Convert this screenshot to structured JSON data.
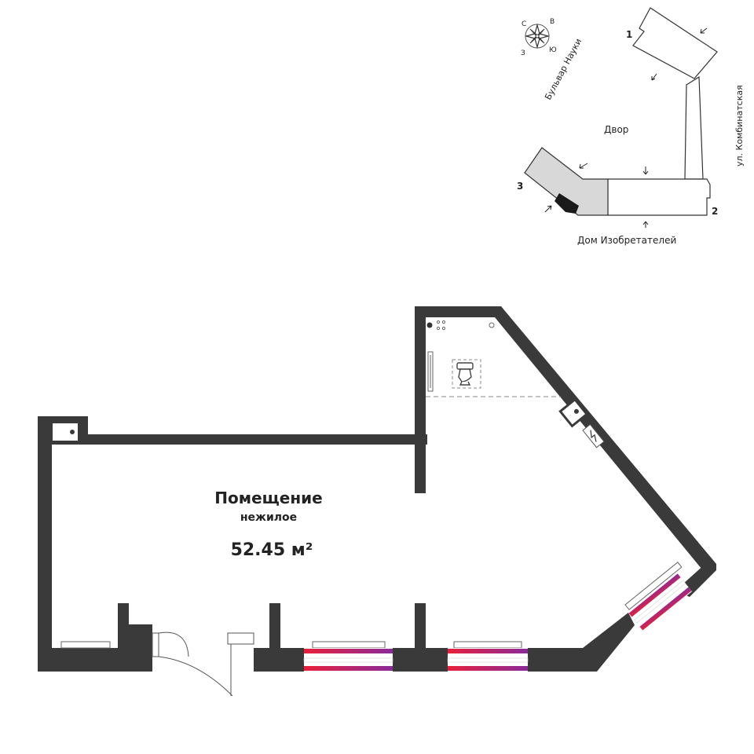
{
  "room": {
    "title": "Помещение",
    "subtitle": "нежилое",
    "area": "52.45 м²"
  },
  "compass": {
    "north": "С",
    "east": "В",
    "south": "Ю",
    "west": "З"
  },
  "site_plan": {
    "streets": {
      "boulevard": "Бульвар Науки",
      "street": "ул. Комбинатская",
      "house": "Дом Изобретателей"
    },
    "courtyard": "Двор",
    "sections": [
      "1",
      "2",
      "3"
    ]
  },
  "colors": {
    "wall": "#3a3a3a",
    "window_red": "#e8203a",
    "window_purple": "#8a2a9a",
    "highlight_section": "#d8d8d8",
    "unit_marker": "#1a1a1a"
  }
}
